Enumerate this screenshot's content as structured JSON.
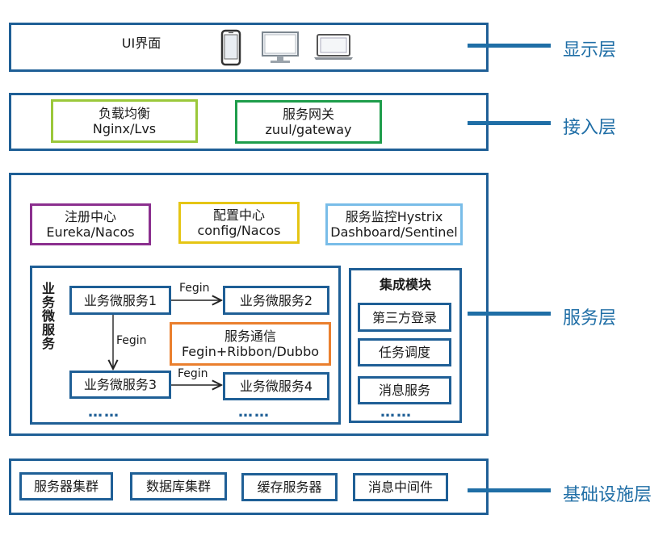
{
  "layer_names": {
    "display": "显示层",
    "access": "接入层",
    "service": "服务层",
    "infra": "基础设施层"
  },
  "display_layer": {
    "ui_label": "UI界面"
  },
  "access_layer": {
    "load_balance": {
      "title": "负载均衡",
      "subtitle": "Nginx/Lvs",
      "color": "#9bc83a"
    },
    "gateway": {
      "title": "服务网关",
      "subtitle": "zuul/gateway",
      "color": "#1e9d4b"
    }
  },
  "service_layer": {
    "registry": {
      "title": "注册中心",
      "subtitle": "Eureka/Nacos",
      "color": "#8b2f8e"
    },
    "config": {
      "title": "配置中心",
      "subtitle": "config/Nacos",
      "color": "#e5c514"
    },
    "monitor": {
      "title": "服务监控Hystrix",
      "subtitle": "Dashboard/Sentinel",
      "color": "#79bde8"
    },
    "business": {
      "title": "业务微服务",
      "services": [
        "业务微服务1",
        "业务微服务2",
        "业务微服务3",
        "业务微服务4"
      ],
      "fegin": "Fegin",
      "communication": {
        "title": "服务通信",
        "subtitle": "Fegin+Ribbon/Dubbo",
        "color": "#ea7f2e"
      },
      "ellipsis": "……"
    },
    "integration": {
      "title": "集成模块",
      "items": [
        "第三方登录",
        "任务调度",
        "消息服务"
      ],
      "ellipsis": "……"
    }
  },
  "infra_layer": {
    "items": [
      "服务器集群",
      "数据库集群",
      "缓存服务器",
      "消息中间件"
    ]
  },
  "colors": {
    "frame": "#1f5f96",
    "accent": "#1f6ea6"
  }
}
